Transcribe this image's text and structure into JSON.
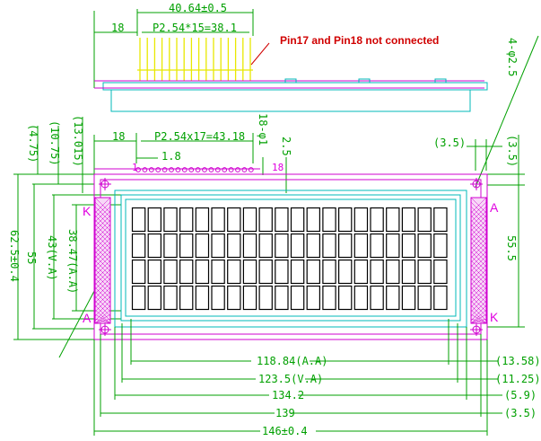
{
  "note": "Pin17 and Pin18 not connected",
  "top_view": {
    "dim_overall": "40.64±0.5",
    "dim_offset": "18",
    "dim_pitch": "P2.54*15=38.1"
  },
  "front_view": {
    "dim_offset": "18",
    "dim_pitch": "P2.54x17=43.18",
    "dim_pin1": "1.8",
    "dim_pinhole": "18-φ1",
    "dim_pin_spacing": "2.5",
    "pin_first": "1",
    "pin_last": "18",
    "hole_note": "4-φ2.5",
    "left": {
      "d1": "(4.75)",
      "d2": "(10.75)",
      "d3": "(13.015)",
      "height_total": "62.5±0.4",
      "height_pcb": "55",
      "height_va": "43(V.A)",
      "height_aa": "38.47(A.A)"
    },
    "right": {
      "top_left": "(3.5)",
      "top_right": "(3.5)",
      "height": "55.5"
    },
    "bottom": {
      "aa": "118.84(A.A)",
      "va": "123.5(V.A)",
      "w1": "134.2",
      "w2": "139",
      "total": "146±0.4",
      "r1": "(13.58)",
      "r2": "(11.25)",
      "r3": "(5.9)",
      "r4": "(3.5)"
    },
    "backlight": {
      "left_top": "K",
      "left_bottom": "A",
      "right_top": "A",
      "right_bottom": "K"
    },
    "display": {
      "columns": 20,
      "rows": 4
    }
  }
}
